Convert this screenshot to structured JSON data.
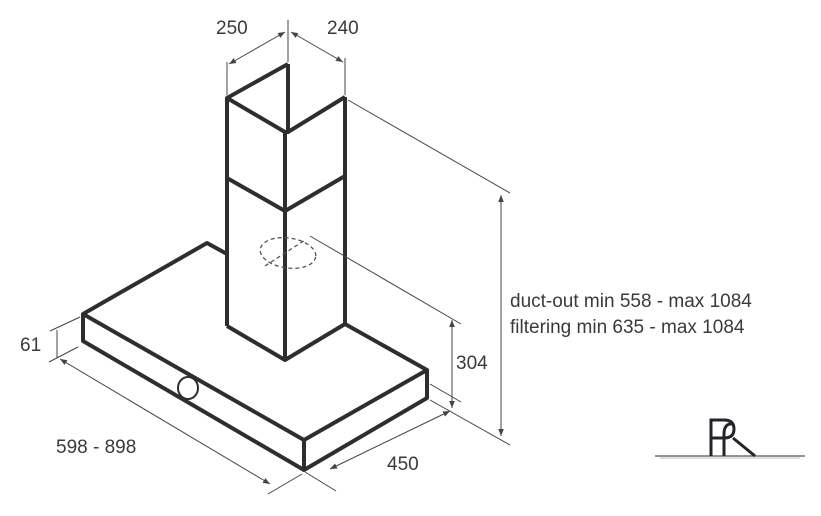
{
  "dimensions": {
    "chimney_width": "250",
    "chimney_depth": "240",
    "height_ductout": "duct-out min 558 - max 1084",
    "height_filtering": "filtering min 635 - max 1084",
    "hood_height_to_duct": "304",
    "hood_thickness": "61",
    "hood_width": "598 - 898",
    "hood_depth": "450"
  },
  "logo": {
    "text": "PR"
  },
  "colors": {
    "outline": "#2e2e2e",
    "dimension": "#444444"
  }
}
